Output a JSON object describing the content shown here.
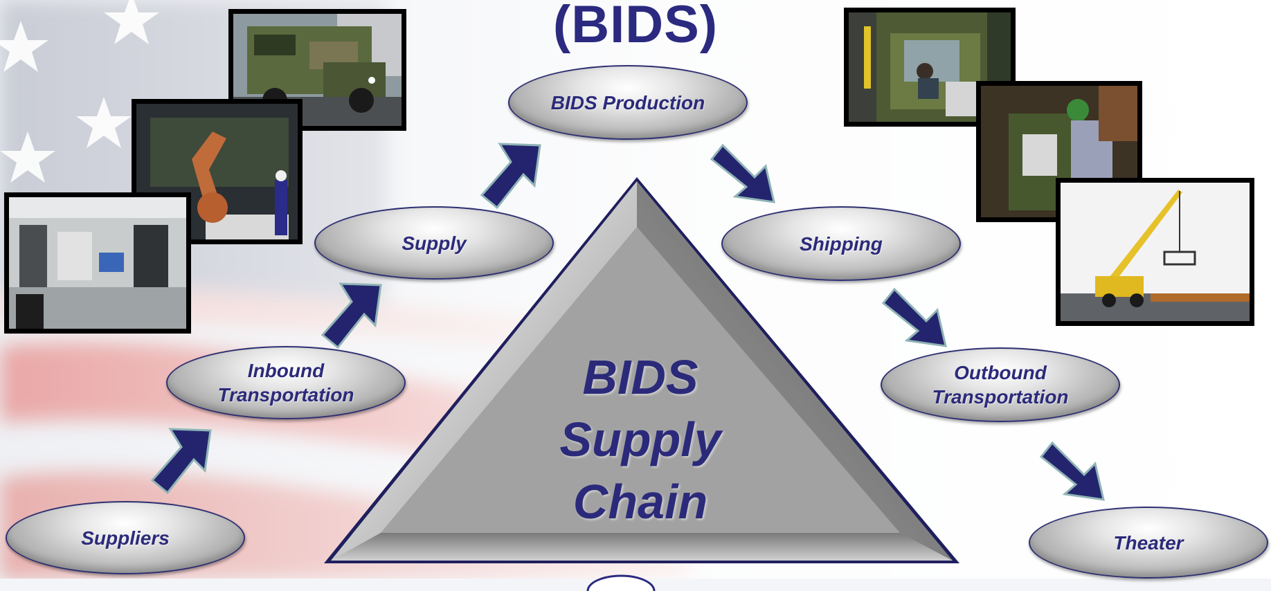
{
  "title": "(BIDS)",
  "center": {
    "lines": [
      "BIDS",
      "Supply",
      "Chain"
    ]
  },
  "nodes": {
    "suppliers": "Suppliers",
    "inbound": "Inbound\nTransportation",
    "supply": "Supply",
    "production": "BIDS Production",
    "shipping": "Shipping",
    "outbound": "Outbound\nTransportation",
    "theater": "Theater"
  },
  "colors": {
    "text": "#2b2a7a",
    "arrow": "#24246e",
    "arrow_outline": "#8fb4b6",
    "node_border": "#2d2f72",
    "triangle": "#9a9a9a"
  },
  "photos": {
    "left": [
      "humvee-shelter-photo",
      "robot-arm-photo",
      "shelter-interior-photo"
    ],
    "right": [
      "worker-shelter-photo",
      "technician-equipment-photo",
      "crane-photo"
    ]
  }
}
